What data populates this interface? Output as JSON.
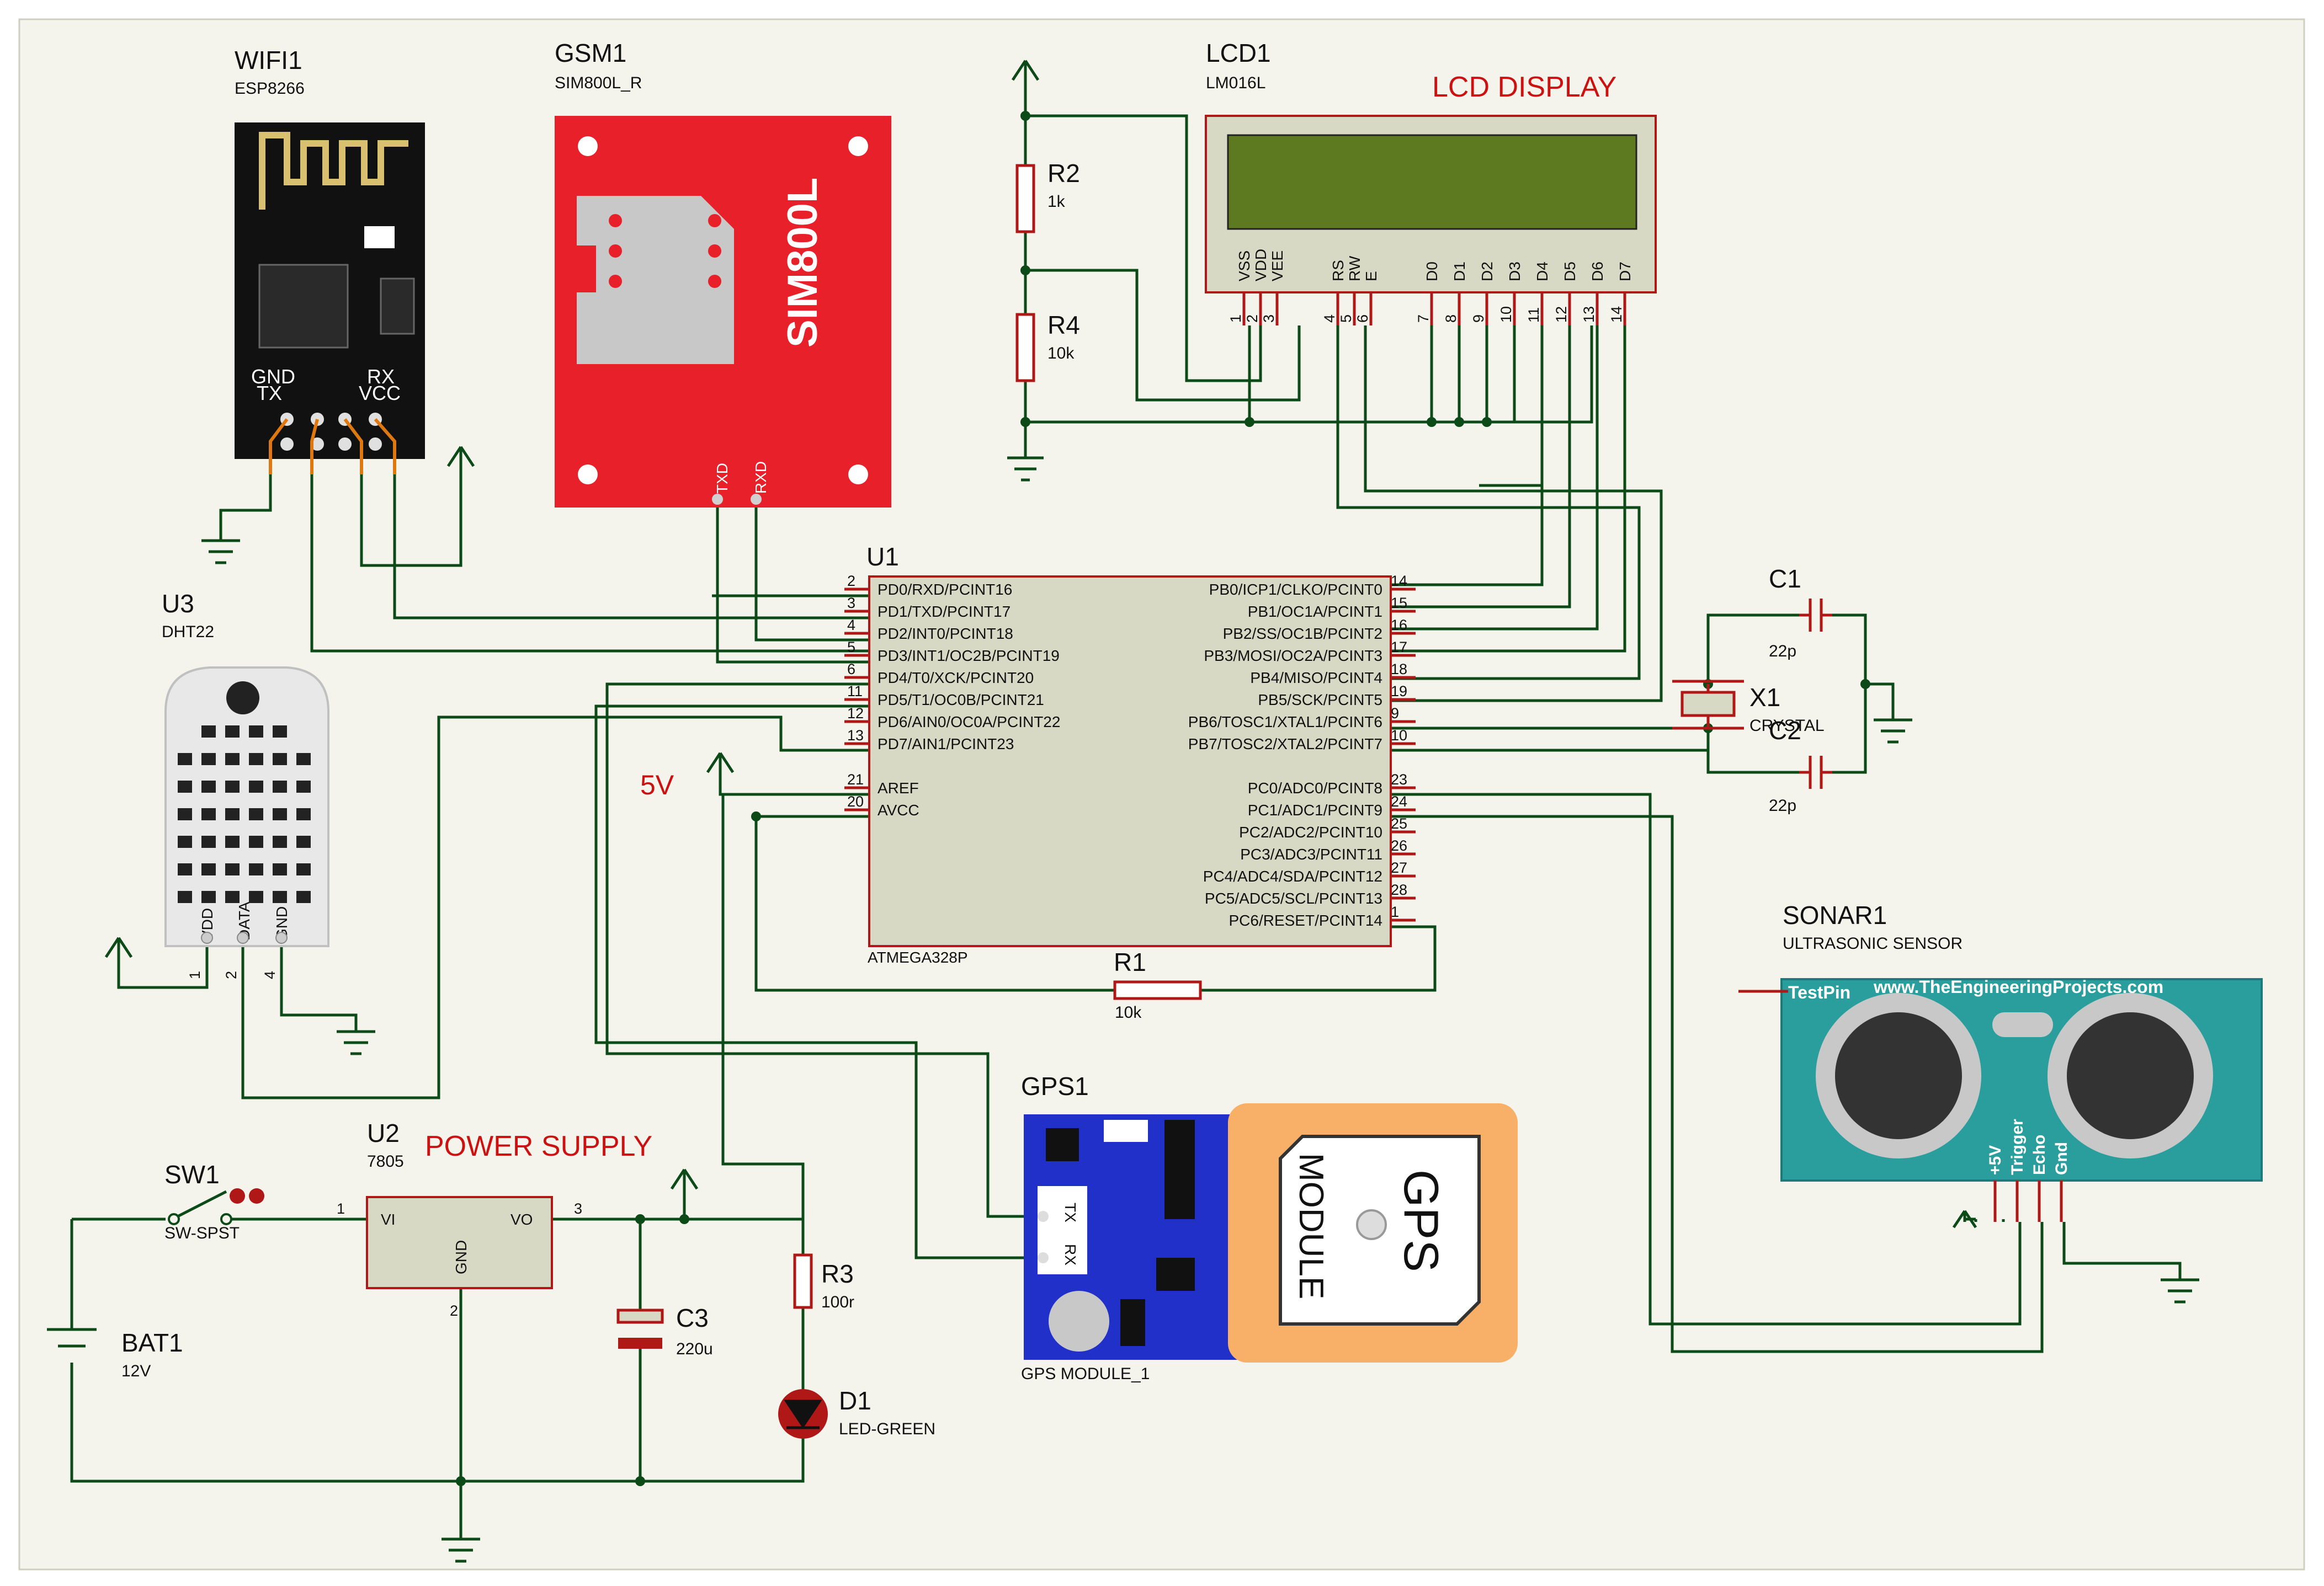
{
  "components": {
    "wifi": {
      "ref": "WIFI1",
      "value": "ESP8266",
      "pins_top": "GND",
      "pins_top2": "RX",
      "pins_bottom": "TX",
      "pins_bottom2": "VCC"
    },
    "gsm": {
      "ref": "GSM1",
      "value": "SIM800L_R",
      "label": "SIM800L",
      "pin1": "TXD",
      "pin2": "RXD"
    },
    "lcd": {
      "ref": "LCD1",
      "value": "LM016L",
      "title": "LCD DISPLAY",
      "pins": [
        "VSS",
        "VDD",
        "VEE",
        "RS",
        "RW",
        "E",
        "D0",
        "D1",
        "D2",
        "D3",
        "D4",
        "D5",
        "D6",
        "D7"
      ],
      "pin_numbers": [
        "1",
        "2",
        "3",
        "4",
        "5",
        "6",
        "7",
        "8",
        "9",
        "10",
        "11",
        "12",
        "13",
        "14"
      ]
    },
    "r2": {
      "ref": "R2",
      "value": "1k"
    },
    "r4": {
      "ref": "R4",
      "value": "10k"
    },
    "u3": {
      "ref": "U3",
      "value": "DHT22",
      "pins": [
        "VDD",
        "DATA",
        "GND"
      ],
      "pin_numbers": [
        "1",
        "2",
        "4"
      ]
    },
    "u1": {
      "ref": "U1",
      "value": "ATMEGA328P",
      "left_pins": [
        {
          "num": "2",
          "name": "PD0/RXD/PCINT16"
        },
        {
          "num": "3",
          "name": "PD1/TXD/PCINT17"
        },
        {
          "num": "4",
          "name": "PD2/INT0/PCINT18"
        },
        {
          "num": "5",
          "name": "PD3/INT1/OC2B/PCINT19"
        },
        {
          "num": "6",
          "name": "PD4/T0/XCK/PCINT20"
        },
        {
          "num": "11",
          "name": "PD5/T1/OC0B/PCINT21"
        },
        {
          "num": "12",
          "name": "PD6/AIN0/OC0A/PCINT22"
        },
        {
          "num": "13",
          "name": "PD7/AIN1/PCINT23"
        },
        {
          "num": "21",
          "name": "AREF"
        },
        {
          "num": "20",
          "name": "AVCC"
        }
      ],
      "right_pins": [
        {
          "num": "14",
          "name": "PB0/ICP1/CLKO/PCINT0"
        },
        {
          "num": "15",
          "name": "PB1/OC1A/PCINT1"
        },
        {
          "num": "16",
          "name": "PB2/SS/OC1B/PCINT2"
        },
        {
          "num": "17",
          "name": "PB3/MOSI/OC2A/PCINT3"
        },
        {
          "num": "18",
          "name": "PB4/MISO/PCINT4"
        },
        {
          "num": "19",
          "name": "PB5/SCK/PCINT5"
        },
        {
          "num": "9",
          "name": "PB6/TOSC1/XTAL1/PCINT6"
        },
        {
          "num": "10",
          "name": "PB7/TOSC2/XTAL2/PCINT7"
        },
        {
          "num": "23",
          "name": "PC0/ADC0/PCINT8"
        },
        {
          "num": "24",
          "name": "PC1/ADC1/PCINT9"
        },
        {
          "num": "25",
          "name": "PC2/ADC2/PCINT10"
        },
        {
          "num": "26",
          "name": "PC3/ADC3/PCINT11"
        },
        {
          "num": "27",
          "name": "PC4/ADC4/SDA/PCINT12"
        },
        {
          "num": "28",
          "name": "PC5/ADC5/SCL/PCINT13"
        },
        {
          "num": "1",
          "name": "PC6/RESET/PCINT14"
        }
      ]
    },
    "five_v": {
      "label": "5V"
    },
    "c1": {
      "ref": "C1",
      "value": "22p"
    },
    "c2": {
      "ref": "C2",
      "value": "22p"
    },
    "x1": {
      "ref": "X1",
      "value": "CRYSTAL"
    },
    "r1": {
      "ref": "R1",
      "value": "10k"
    },
    "sonar": {
      "ref": "SONAR1",
      "value": "ULTRASONIC SENSOR",
      "testpin": "TestPin",
      "website": "www.TheEngineeringProjects.com",
      "pins": [
        "+5V",
        "Trigger",
        "Echo",
        "Gnd"
      ]
    },
    "gps": {
      "ref": "GPS1",
      "value": "GPS MODULE_1",
      "pin_tx": "TX",
      "pin_rx": "RX",
      "label1": "GPS",
      "label2": "MODULE"
    },
    "sw1": {
      "ref": "SW1",
      "value": "SW-SPST"
    },
    "u2": {
      "ref": "U2",
      "value": "7805",
      "title": "POWER SUPPLY",
      "vi": "VI",
      "vo": "VO",
      "gnd": "GND",
      "pin1": "1",
      "pin2": "2",
      "pin3": "3"
    },
    "bat1": {
      "ref": "BAT1",
      "value": "12V"
    },
    "c3": {
      "ref": "C3",
      "value": "220u"
    },
    "r3": {
      "ref": "R3",
      "value": "100r"
    },
    "d1": {
      "ref": "D1",
      "value": "LED-GREEN"
    }
  },
  "colors": {
    "wire": "#0c4a18",
    "pin_leg": "#b01818",
    "ic_body": "#d8d9c4",
    "title_red": "#cc1111",
    "gsm_red": "#e8202a",
    "sonar_teal": "#2a9d9d",
    "gps_blue": "#2030c8",
    "gps_orange": "#f8b068",
    "lcd_screen": "#5e7a20",
    "esp_black": "#111111",
    "background": "#f4f4ec"
  }
}
